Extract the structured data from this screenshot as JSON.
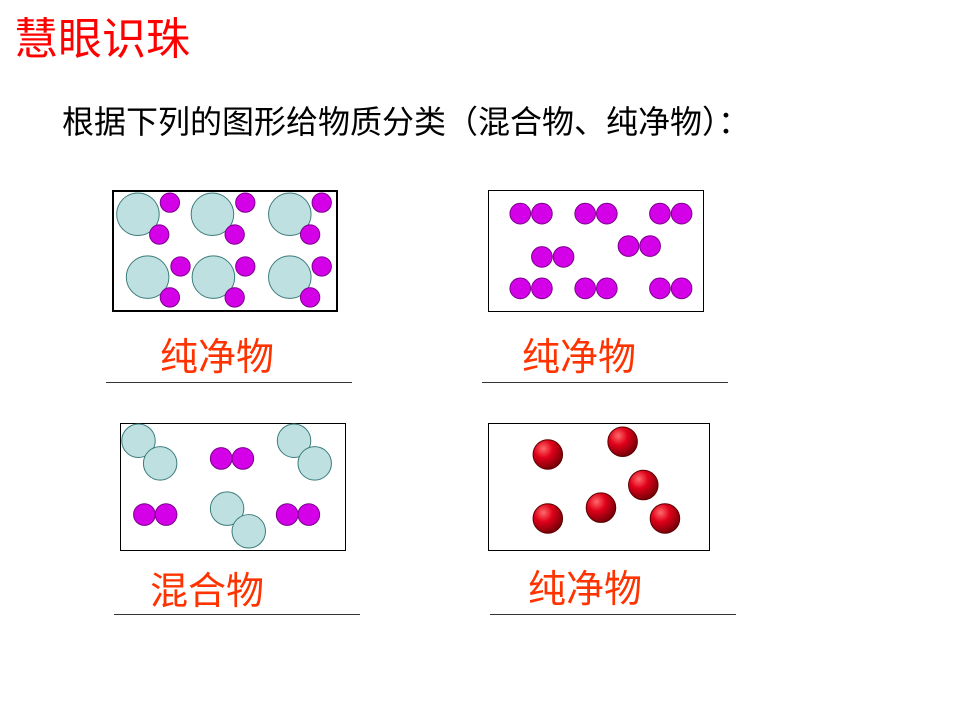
{
  "slide": {
    "title": "慧眼识珠",
    "instruction": "根据下列的图形给物质分类（混合物、纯净物）："
  },
  "questions": [
    {
      "answer": "纯净物"
    },
    {
      "answer": "纯净物"
    },
    {
      "answer": "混合物"
    },
    {
      "answer": "纯净物"
    }
  ],
  "colors": {
    "title": "#ff0000",
    "answer": "#ff3300",
    "large_atom": "#bfe0e0",
    "small_atom": "#d400e8",
    "red_atom": "#e00010"
  }
}
